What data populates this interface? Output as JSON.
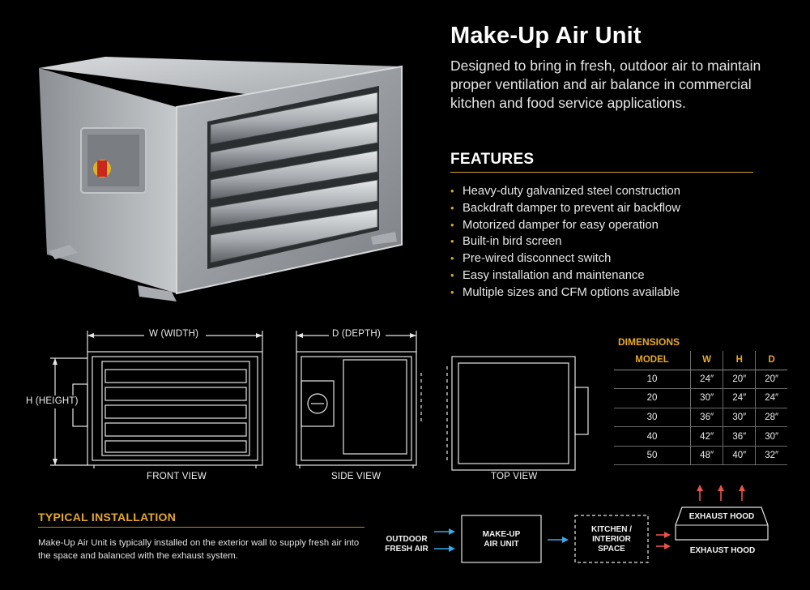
{
  "header": {
    "title": "Make-Up Air Unit",
    "intro": "Designed to bring in fresh, outdoor air to maintain proper ventilation and air balance in commercial kitchen and food service applications."
  },
  "features": {
    "heading": "FEATURES",
    "bullet": "•",
    "items": [
      "Heavy-duty galvanized steel construction",
      "Backdraft damper to prevent air backflow",
      "Motorized damper for easy operation",
      "Built-in bird screen",
      "Pre-wired disconnect switch",
      "Easy installation and maintenance",
      "Multiple sizes and CFM options available"
    ]
  },
  "drawings": {
    "width_label": "W (WIDTH)",
    "depth_label": "D (DEPTH)",
    "height_label": "H (HEIGHT)",
    "front_view": "FRONT VIEW",
    "side_view": "SIDE VIEW",
    "top_view": "TOP VIEW"
  },
  "dimensions": {
    "heading": "DIMENSIONS",
    "columns": [
      "MODEL",
      "W",
      "H",
      "D"
    ],
    "rows": [
      [
        "10",
        "24″",
        "20″",
        "20″"
      ],
      [
        "20",
        "30″",
        "24″",
        "24″"
      ],
      [
        "30",
        "36″",
        "30″",
        "28″"
      ],
      [
        "40",
        "42″",
        "36″",
        "30″"
      ],
      [
        "50",
        "48″",
        "40″",
        "32″"
      ]
    ]
  },
  "installation": {
    "heading": "TYPICAL INSTALLATION",
    "text": "Make-Up Air Unit is typically installed on the exterior wall to supply fresh air into the space and balanced with the exhaust system.",
    "outdoor_line1": "OUTDOOR",
    "outdoor_line2": "FRESH AIR",
    "unit_line1": "MAKE-UP",
    "unit_line2": "AIR UNIT",
    "kitchen_line1": "KITCHEN /",
    "kitchen_line2": "INTERIOR",
    "kitchen_line3": "SPACE",
    "hood_inner": "EXHAUST HOOD",
    "hood_label": "EXHAUST HOOD"
  },
  "colors": {
    "accent": "#e7a82a",
    "inflow_arrow": "#3aa8e8",
    "exhaust_arrow": "#e8534a"
  }
}
